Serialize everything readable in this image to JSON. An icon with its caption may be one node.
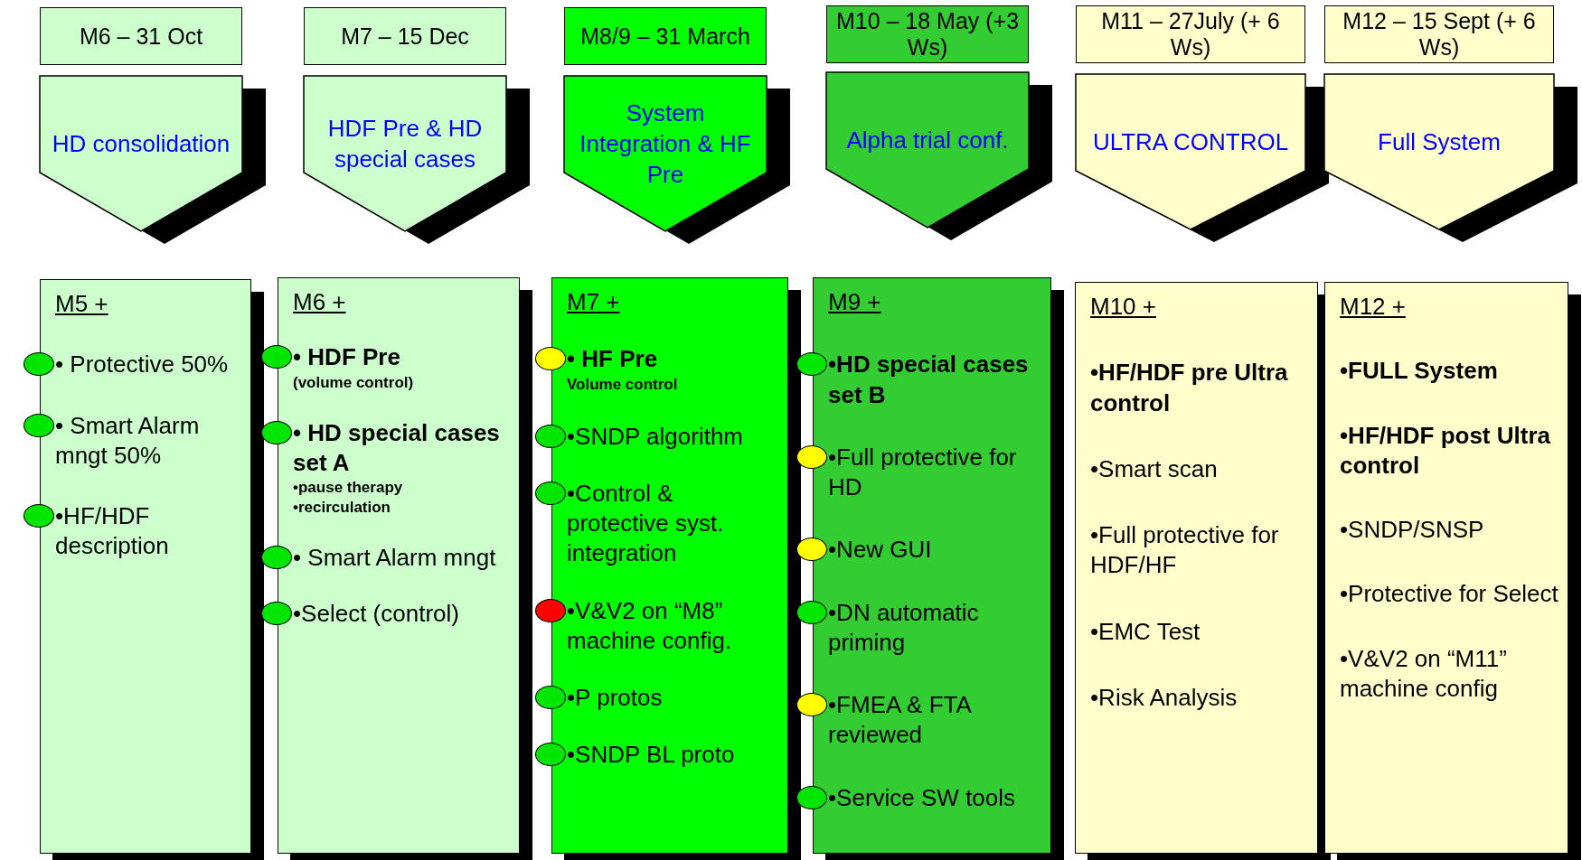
{
  "diagram": {
    "nodes": [
      {
        "text": [
          "M6 – 31 Oct"
        ]
      },
      {
        "text": [
          "M7 – 15 Dec"
        ]
      },
      {
        "text": [
          "M8/9 – 31 March"
        ]
      },
      {
        "text": [
          "M10 – 18 May (+3 Ws)"
        ]
      },
      {
        "text": [
          "M11 – 27July (+ 6 Ws)"
        ]
      },
      {
        "text": [
          "M12 – 15 Sept (+ 6 Ws)"
        ]
      },
      {
        "text": [
          "HD consolidation"
        ]
      },
      {
        "text": [
          "HDF Pre & HD special cases"
        ]
      },
      {
        "text": [
          "System Integration & HF Pre"
        ]
      },
      {
        "text": [
          "Alpha trial conf."
        ]
      },
      {
        "text": [
          "ULTRA CONTROL"
        ]
      },
      {
        "text": [
          "Full System"
        ]
      },
      {
        "text": [
          "M5 +",
          "• Protective 50%",
          "• Smart Alarm mngt 50%",
          "•HF/HDF description"
        ]
      },
      {
        "text": [
          "M6 +",
          "• HDF Pre",
          "(volume control)",
          "• HD special cases set A",
          "•pause therapy",
          "•recirculation",
          "• Smart Alarm mngt",
          "•Select (control)"
        ]
      },
      {
        "text": [
          "M7 +",
          "• HF Pre",
          "Volume control",
          "•SNDP algorithm",
          "•Control & protective syst. integration",
          "•V&V2 on “M8” machine config.",
          "•P protos",
          "•SNDP BL proto"
        ]
      },
      {
        "text": [
          "M9 +",
          "•HD special cases set B",
          "•Full protective for HD",
          "•New GUI",
          "•DN automatic priming",
          "•FMEA & FTA reviewed",
          "•Service SW tools"
        ]
      },
      {
        "text": [
          "M10 +",
          "•HF/HDF pre Ultra control",
          "•Smart scan",
          "•Full protective for HDF/HF",
          "•EMC Test",
          "•Risk Analysis"
        ]
      },
      {
        "text": [
          "M12 +",
          "•FULL System",
          "•HF/HDF post Ultra control",
          "•SNDP/SNSP",
          "•Protective for Select",
          "•V&V2 on “M11” machine config"
        ]
      }
    ]
  }
}
